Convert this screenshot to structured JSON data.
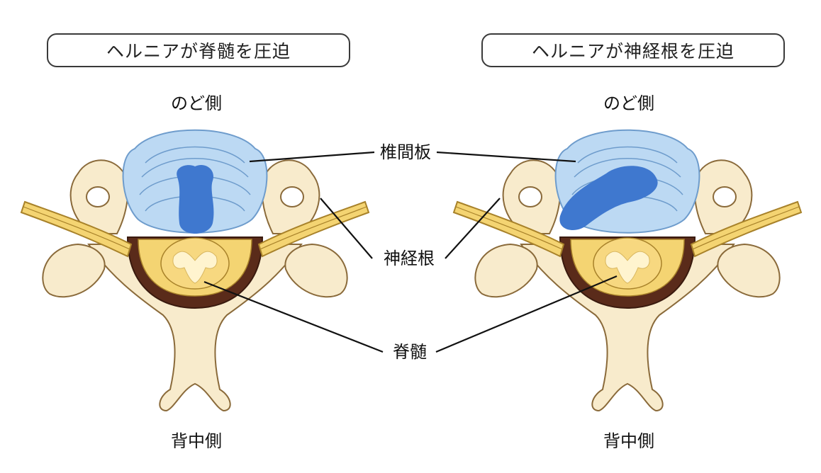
{
  "left_panel": {
    "title": "ヘルニアが脊髄を圧迫",
    "top_label": "のど側",
    "bottom_label": "背中側"
  },
  "right_panel": {
    "title": "ヘルニアが神経根を圧迫",
    "top_label": "のど側",
    "bottom_label": "背中側"
  },
  "labels": {
    "disc": "椎間板",
    "nerve_root": "神経根",
    "spinal_cord": "脊髄"
  },
  "colors": {
    "bone": "#f8ebcc",
    "bone_outline": "#8a6a3a",
    "disc": "#bcd9f3",
    "nucleus": "#3f78cf",
    "nerve": "#f4d472",
    "canal": "#5a2b1a",
    "cord_grey": "#fff4cf"
  },
  "icons": [
    "vertebra-illustration-left",
    "vertebra-illustration-right"
  ]
}
